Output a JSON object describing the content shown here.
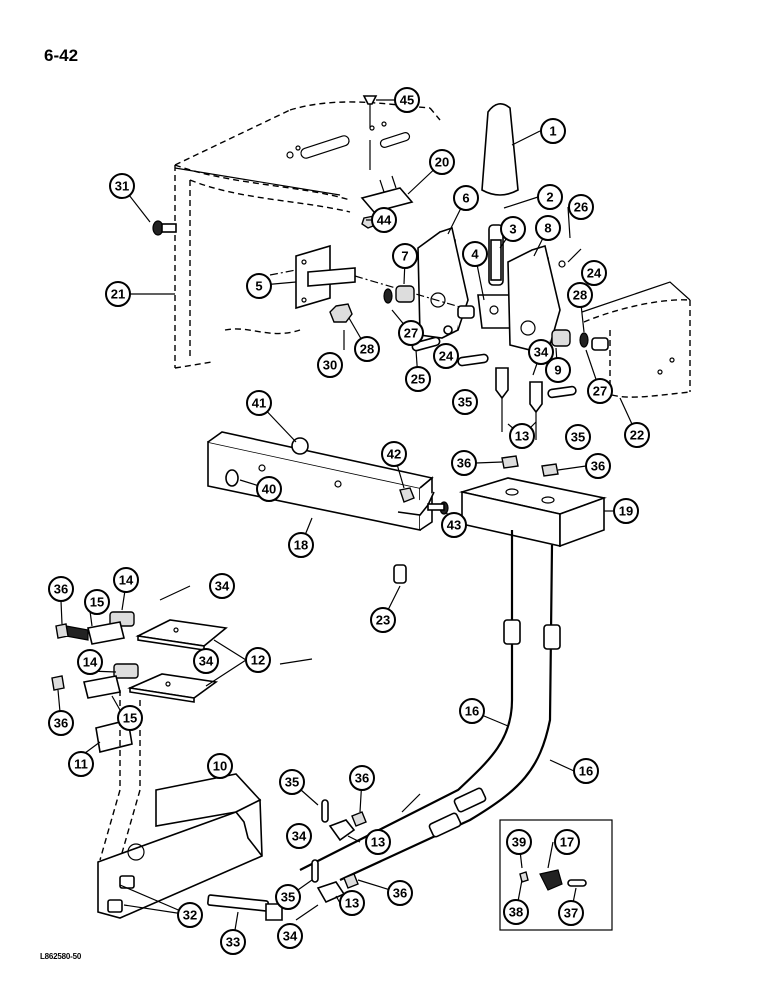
{
  "page_number": "6-42",
  "drawing_code": "L862580-50",
  "callouts": [
    "1",
    "2",
    "3",
    "4",
    "5",
    "6",
    "7",
    "8",
    "9",
    "10",
    "11",
    "12",
    "13",
    "14",
    "15",
    "16",
    "17",
    "18",
    "19",
    "20",
    "21",
    "22",
    "23",
    "24",
    "25",
    "26",
    "27",
    "28",
    "30",
    "31",
    "32",
    "33",
    "34",
    "35",
    "36",
    "37",
    "38",
    "39",
    "40",
    "41",
    "42",
    "43",
    "44",
    "45"
  ]
}
